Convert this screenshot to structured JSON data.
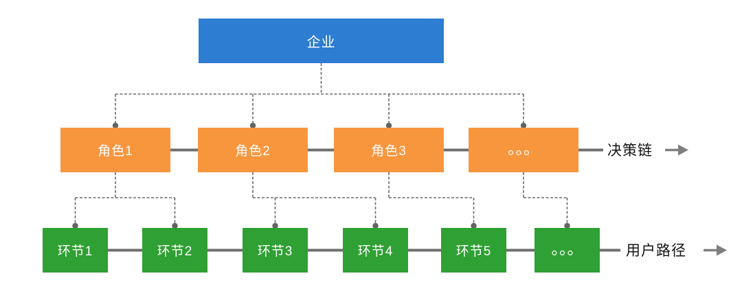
{
  "root_node": {
    "label": "企业"
  },
  "decision_chain": {
    "axis_label": "决策链",
    "nodes": [
      {
        "label": "角色1"
      },
      {
        "label": "角色2"
      },
      {
        "label": "角色3"
      },
      {
        "label": "。。。"
      }
    ]
  },
  "user_path": {
    "axis_label": "用户路径",
    "nodes": [
      {
        "label": "环节1"
      },
      {
        "label": "环节2"
      },
      {
        "label": "环节3"
      },
      {
        "label": "环节4"
      },
      {
        "label": "环节5"
      },
      {
        "label": "。。。"
      }
    ]
  },
  "colors": {
    "root_fill": "#2d7dd2",
    "role_fill": "#f8963e",
    "step_fill": "#2fa033",
    "node_text": "#ffffff",
    "solid_connector": "#6f6f6f",
    "dashed_connector": "#6a6a6a",
    "dot": "#636363",
    "arrow": "#7f7f7f",
    "label_text": "#141414"
  }
}
